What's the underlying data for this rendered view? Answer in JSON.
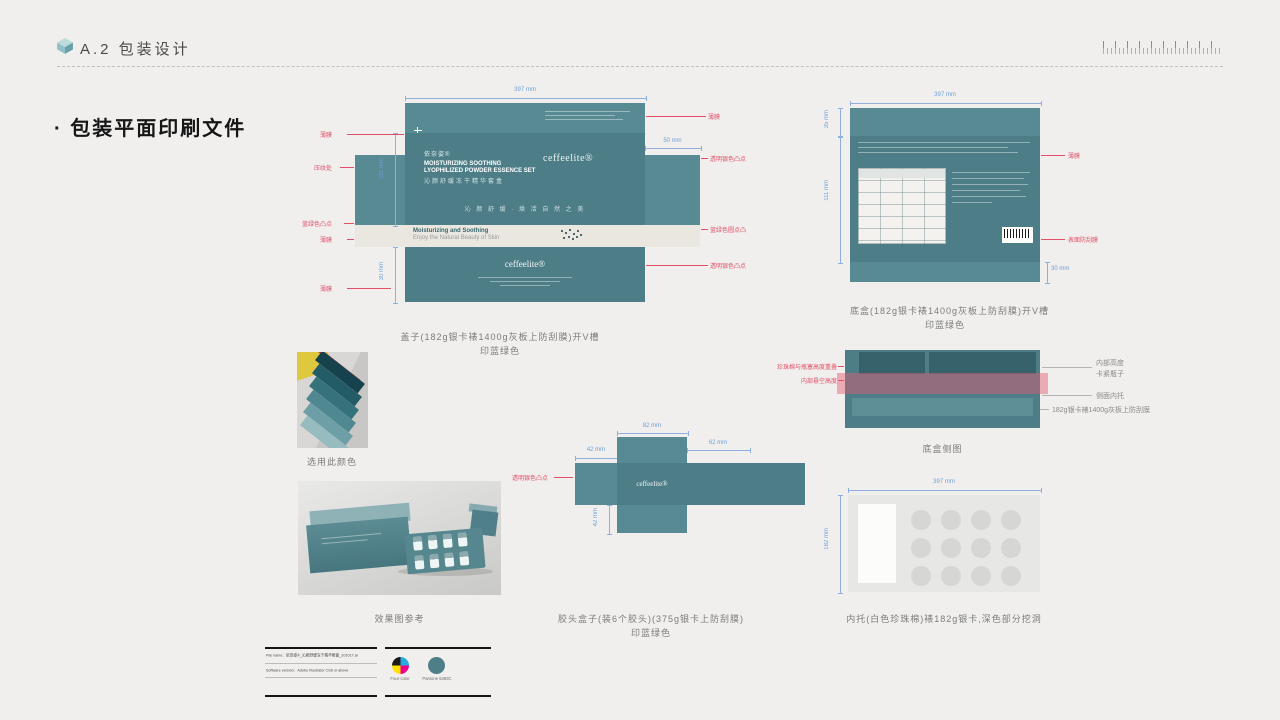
{
  "header": {
    "title": "A.2 包装设计"
  },
  "section_title": "· 包装平面印刷文件",
  "colors": {
    "teal": "#4d7e87",
    "teal_flap": "#578a92",
    "annotation_red": "#e25068",
    "dimension_blue": "#6f9fd8"
  },
  "lid": {
    "dims": {
      "width": "397 mm",
      "height": "111 mm",
      "flap": "50 mm",
      "bottom": "30 mm"
    },
    "panel": {
      "brand": "依奈姿®",
      "title_en1": "MOISTURIZING SOOTHING",
      "title_en2": "LYOPHILIZED POWDER ESSENCE SET",
      "title_cn": "沁颜舒缓冻干精华套盒",
      "tagline": "沁 颜 舒 缓 · 焕 活 自 然 之 美",
      "logo": "ceffeelite®"
    },
    "band": {
      "line1": "Moisturizing and Soothing",
      "line2": "Enjoy the Natural Beauty of Skin"
    },
    "bottom_logo": "ceffeelite®",
    "annotations_left": [
      "薄膜",
      "压纹处",
      "蓝绿色凸点",
      "薄膜",
      "薄膜"
    ],
    "annotations_right": [
      "薄膜",
      "透明银色凸点",
      "蓝绿色圆点凸",
      "透明银色凸点"
    ],
    "caption1": "盖子(182g银卡裱1400g灰板上防刮膜)开V槽",
    "caption2": "印蓝绿色"
  },
  "base": {
    "dims": {
      "width": "397 mm",
      "height": "111 mm",
      "flap_top": "35 mm",
      "flap_bottom": "30 mm"
    },
    "annotations_right": [
      "薄膜",
      "表面防刮膜"
    ],
    "caption1": "底盒(182g银卡裱1400g灰板上防刮膜)开V槽",
    "caption2": "印蓝绿色"
  },
  "swatch_photo": {
    "caption": "选用此颜色"
  },
  "glue_box": {
    "logo": "ceffeelite®",
    "dims": {
      "top": "82 mm",
      "left": "42 mm",
      "right": "62 mm",
      "bottom": "42 mm"
    },
    "annotation": "透明银色凸点",
    "caption1": "胶头盒子(装6个胶头)(375g银卡上防刮膜)",
    "caption2": "印蓝绿色"
  },
  "side_view": {
    "labels_left": [
      "珍珠棉与瓶塞高度重叠",
      "内部悬空高度"
    ],
    "labels_right": [
      "内部高度",
      "卡紧瓶子",
      "侧面内托",
      "182g银卡裱1400g灰板上防刮膜"
    ],
    "caption": "底盒侧图"
  },
  "tray": {
    "dims": {
      "width": "397 mm",
      "height": "182 mm"
    },
    "caption": "内托(白色珍珠棉)裱182g银卡,深色部分挖洞"
  },
  "render_photo": {
    "caption": "效果图参考"
  },
  "title_block": {
    "file_name": "File name：依奈姿®_沁颜舒缓冻干精华套盒_201017.ai",
    "software": "Software version：Adobe Illustrator CS6 or above",
    "swatch1_label": "Four-color",
    "swatch2_label": "Pantone 5483C"
  }
}
